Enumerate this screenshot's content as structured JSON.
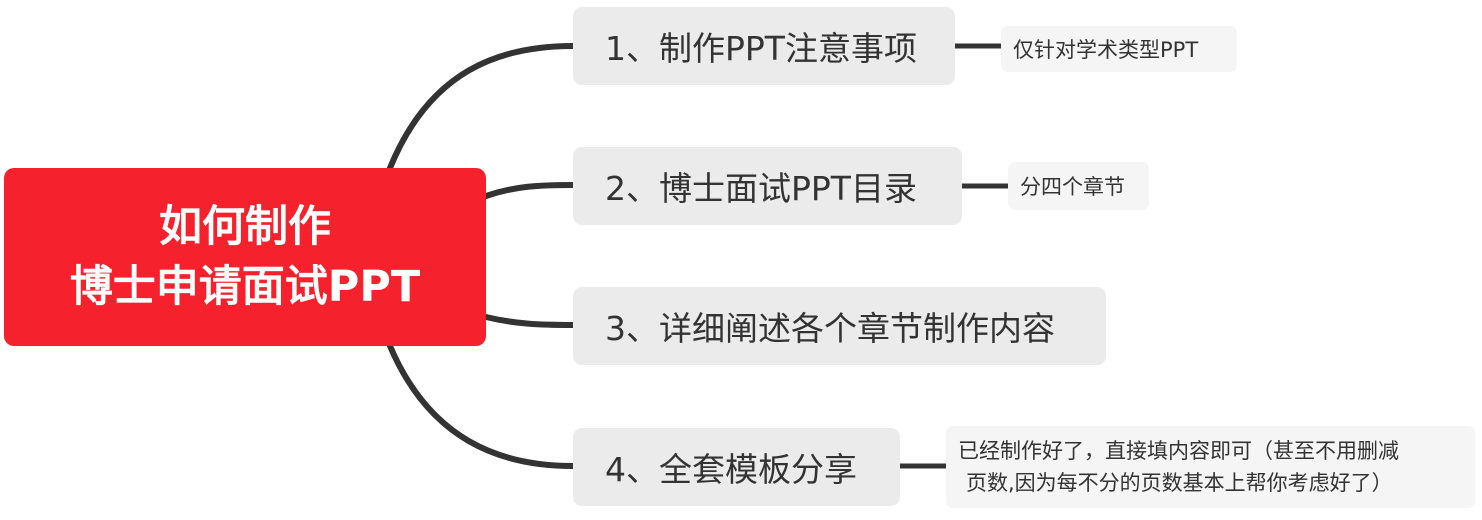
{
  "root": {
    "line1": "如何制作",
    "line2": "博士申请面试PPT"
  },
  "branches": [
    {
      "label": "1、制作PPT注意事项"
    },
    {
      "label": "2、博士面试PPT目录"
    },
    {
      "label": "3、详细阐述各个章节制作内容"
    },
    {
      "label": "4、全套模板分享"
    }
  ],
  "leaves": [
    {
      "lines": [
        "仅针对学术类型PPT"
      ]
    },
    {
      "lines": [
        "分四个章节"
      ]
    },
    {
      "lines": [
        "已经制作好了，直接填内容即可（甚至不用删减",
        "页数,因为每不分的页数基本上帮你考虑好了）"
      ]
    }
  ],
  "colors": {
    "root_fill": "#f5222d",
    "branch_fill": "#ebebeb",
    "leaf_fill": "#f5f5f5",
    "connector": "#333333"
  }
}
